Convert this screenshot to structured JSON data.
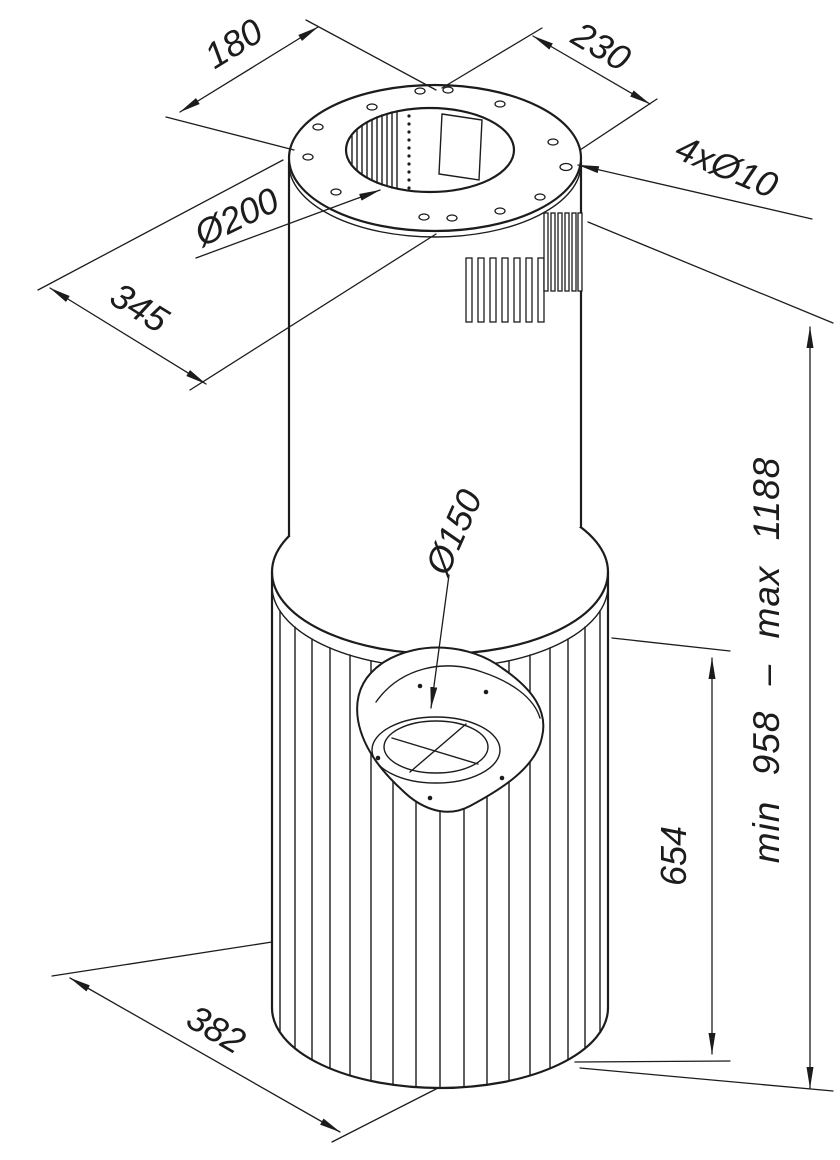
{
  "drawing": {
    "colors": {
      "ink": "#1c1c1c",
      "background": "#ffffff"
    },
    "dimensions": {
      "top_width": "180",
      "top_depth": "230",
      "mounting_holes": "4xØ10",
      "top_opening": "Ø200",
      "flange_depth": "345",
      "duct_diameter": "Ø150",
      "lower_body_height": "654",
      "height_range": "min 958 – max 1188",
      "lower_body_diameter": "382"
    }
  }
}
